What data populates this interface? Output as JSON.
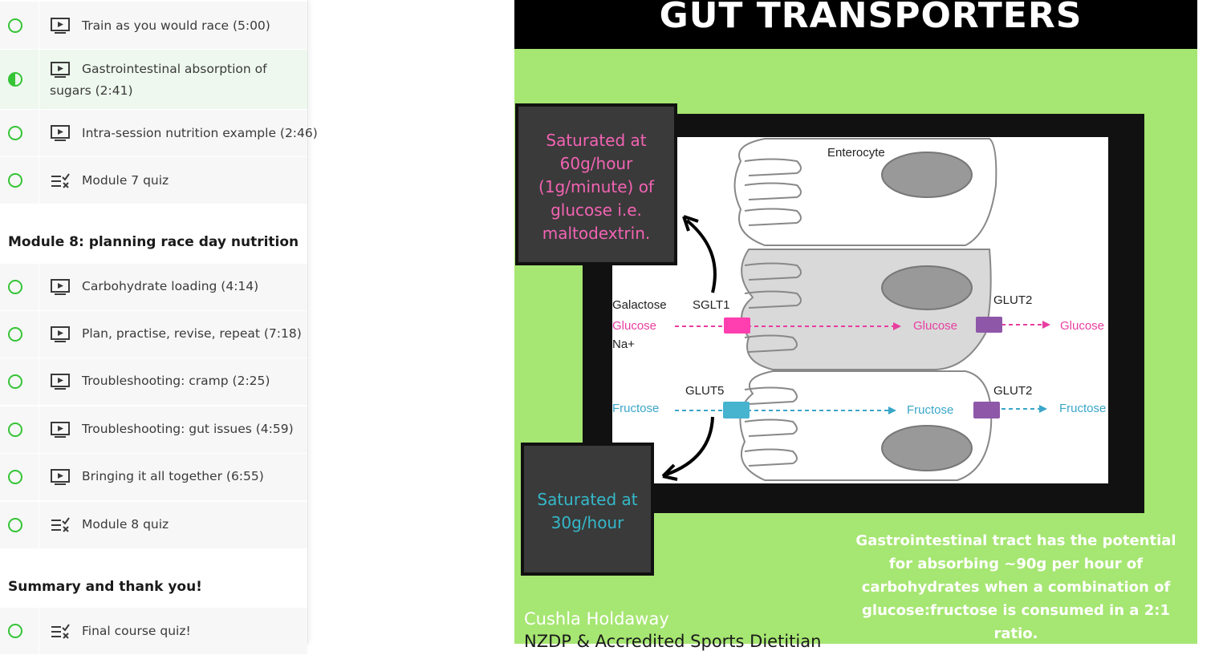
{
  "sidebar": {
    "items": [
      {
        "label": "Train as you would race (5:00)",
        "icon": "video-icon",
        "status": "not-started"
      },
      {
        "label": "Gastrointestinal absorption of sugars (2:41)",
        "icon": "video-icon",
        "status": "in-progress"
      },
      {
        "label": "Intra-session nutrition example (2:46)",
        "icon": "video-icon",
        "status": "not-started"
      },
      {
        "label": "Module 7 quiz",
        "icon": "quiz-icon",
        "status": "not-started"
      },
      {
        "label": "Carbohydrate loading (4:14)",
        "icon": "video-icon",
        "status": "not-started"
      },
      {
        "label": "Plan, practise, revise, repeat (7:18)",
        "icon": "video-icon",
        "status": "not-started"
      },
      {
        "label": "Troubleshooting: cramp (2:25)",
        "icon": "video-icon",
        "status": "not-started"
      },
      {
        "label": "Troubleshooting: gut issues (4:59)",
        "icon": "video-icon",
        "status": "not-started"
      },
      {
        "label": "Bringing it all together (6:55)",
        "icon": "video-icon",
        "status": "not-started"
      },
      {
        "label": "Module 8 quiz",
        "icon": "quiz-icon",
        "status": "not-started"
      },
      {
        "label": "Final course quiz!",
        "icon": "quiz-icon",
        "status": "not-started"
      }
    ],
    "sections": [
      {
        "title": "Module 8: planning race day nutrition"
      },
      {
        "title": "Summary and thank you!"
      }
    ]
  },
  "slide": {
    "title": "GUT TRANSPORTERS",
    "callout_top": "Saturated at 60g/hour (1g/minute) of glucose i.e. maltodextrin.",
    "callout_bottom": "Saturated at 30g/hour",
    "diagram": {
      "enterocyte": "Enterocyte",
      "galactose": "Galactose",
      "sglt1": "SGLT1",
      "glucose_in": "Glucose",
      "na": "Na+",
      "glucose_mid": "Glucose",
      "glut2_top": "GLUT2",
      "glucose_out": "Glucose",
      "glut5": "GLUT5",
      "fructose_in": "Fructose",
      "fructose_mid": "Fructose",
      "glut2_bottom": "GLUT2",
      "fructose_out": "Fructose"
    },
    "footer_note": "Gastrointestinal tract has the potential for absorbing ~90g per hour of carbohydrates when a combination of glucose:fructose is consumed in a 2:1 ratio.",
    "author": "Cushla Holdaway",
    "author_sub": "NZDP & Accredited Sports Dietitian"
  },
  "colors": {
    "progress_green": "#35c436",
    "slide_bg": "#a6e672",
    "glucose_pink": "#e83ea0",
    "fructose_blue": "#3aa6c9",
    "glut2_purple": "#8e57a8",
    "callout_pink_text": "#f263b3",
    "callout_blue_text": "#35b8c9"
  }
}
